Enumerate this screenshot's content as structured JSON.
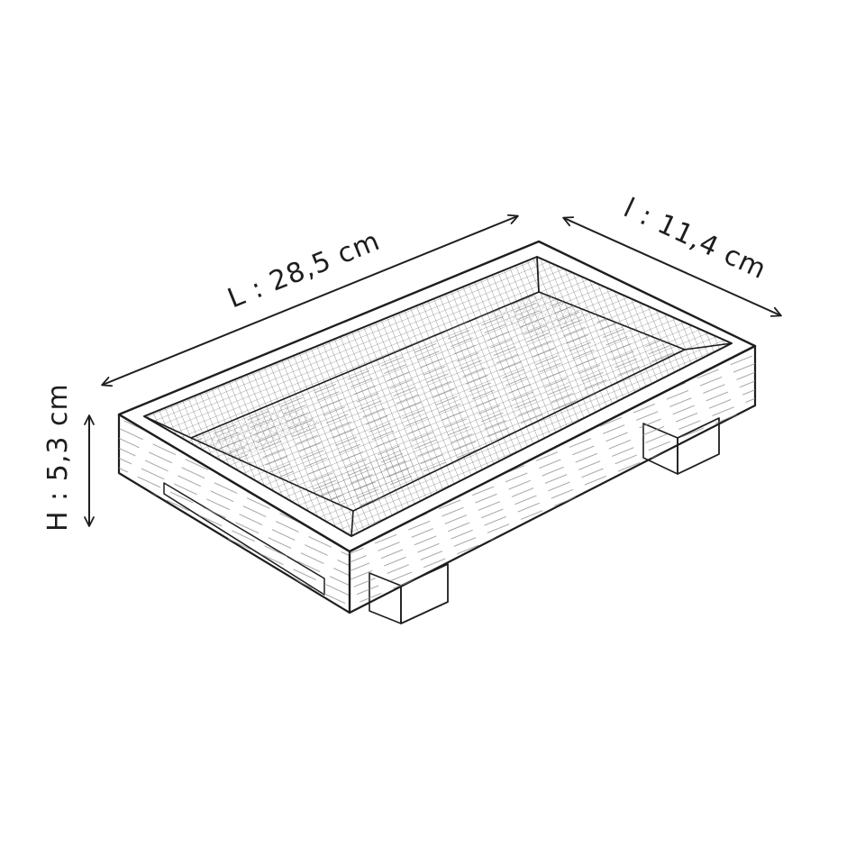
{
  "diagram": {
    "dimensions": {
      "length": {
        "text": "L : 28,5 cm"
      },
      "width": {
        "text": "l : 11,4 cm"
      },
      "height": {
        "text": "H : 5,3 cm"
      }
    },
    "colors": {
      "ink": "#1e1e1e",
      "background": "#ffffff"
    }
  }
}
